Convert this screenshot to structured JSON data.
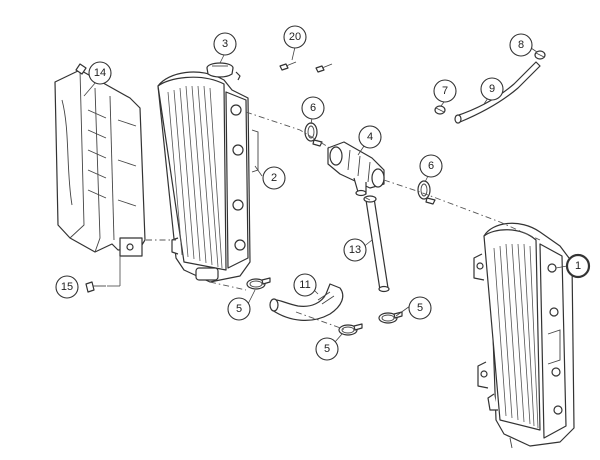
{
  "callouts": [
    {
      "id": "c1",
      "label": "1",
      "highlight": true
    },
    {
      "id": "c2",
      "label": "2"
    },
    {
      "id": "c3",
      "label": "3"
    },
    {
      "id": "c4",
      "label": "4"
    },
    {
      "id": "c5a",
      "label": "5"
    },
    {
      "id": "c5b",
      "label": "5"
    },
    {
      "id": "c5c",
      "label": "5"
    },
    {
      "id": "c6a",
      "label": "6"
    },
    {
      "id": "c6b",
      "label": "6"
    },
    {
      "id": "c7",
      "label": "7"
    },
    {
      "id": "c8",
      "label": "8"
    },
    {
      "id": "c9",
      "label": "9"
    },
    {
      "id": "c11",
      "label": "11"
    },
    {
      "id": "c13",
      "label": "13"
    },
    {
      "id": "c14",
      "label": "14"
    },
    {
      "id": "c15",
      "label": "15"
    },
    {
      "id": "c20",
      "label": "20"
    }
  ],
  "colors": {
    "line": "#333333",
    "highlight": "#e8702a",
    "background": "#ffffff"
  }
}
